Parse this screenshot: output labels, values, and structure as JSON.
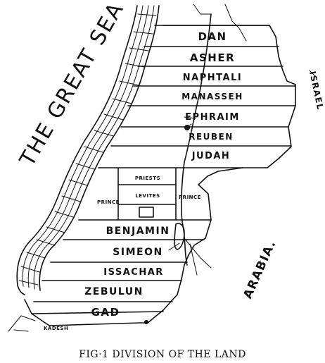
{
  "caption": "FIG·1  DIVISION OF THE LAND",
  "sea_label": "THE GREAT SEA",
  "regions": {
    "east": "ISRAEL",
    "southeast": "ARABIA."
  },
  "tribes": [
    {
      "id": "dan",
      "label": "DAN"
    },
    {
      "id": "asher",
      "label": "ASHER"
    },
    {
      "id": "naphtali",
      "label": "NAPHTALI"
    },
    {
      "id": "manasseh",
      "label": "MANASSEH"
    },
    {
      "id": "ephraim",
      "label": "EPHRAIM"
    },
    {
      "id": "reuben",
      "label": "REUBEN"
    },
    {
      "id": "judah",
      "label": "JUDAH"
    },
    {
      "id": "benjamin",
      "label": "BENJAMIN"
    },
    {
      "id": "simeon",
      "label": "SIMEON"
    },
    {
      "id": "issachar",
      "label": "ISSACHAR"
    },
    {
      "id": "zebulun",
      "label": "ZEBULUN"
    },
    {
      "id": "gad",
      "label": "GAD"
    }
  ],
  "holy_portion": {
    "priests": "PRIESTS",
    "levites": "LEVITES",
    "prince_west": "PRINCE",
    "prince_east": "PRINCE"
  },
  "places": {
    "kadesh": "KADESH"
  }
}
